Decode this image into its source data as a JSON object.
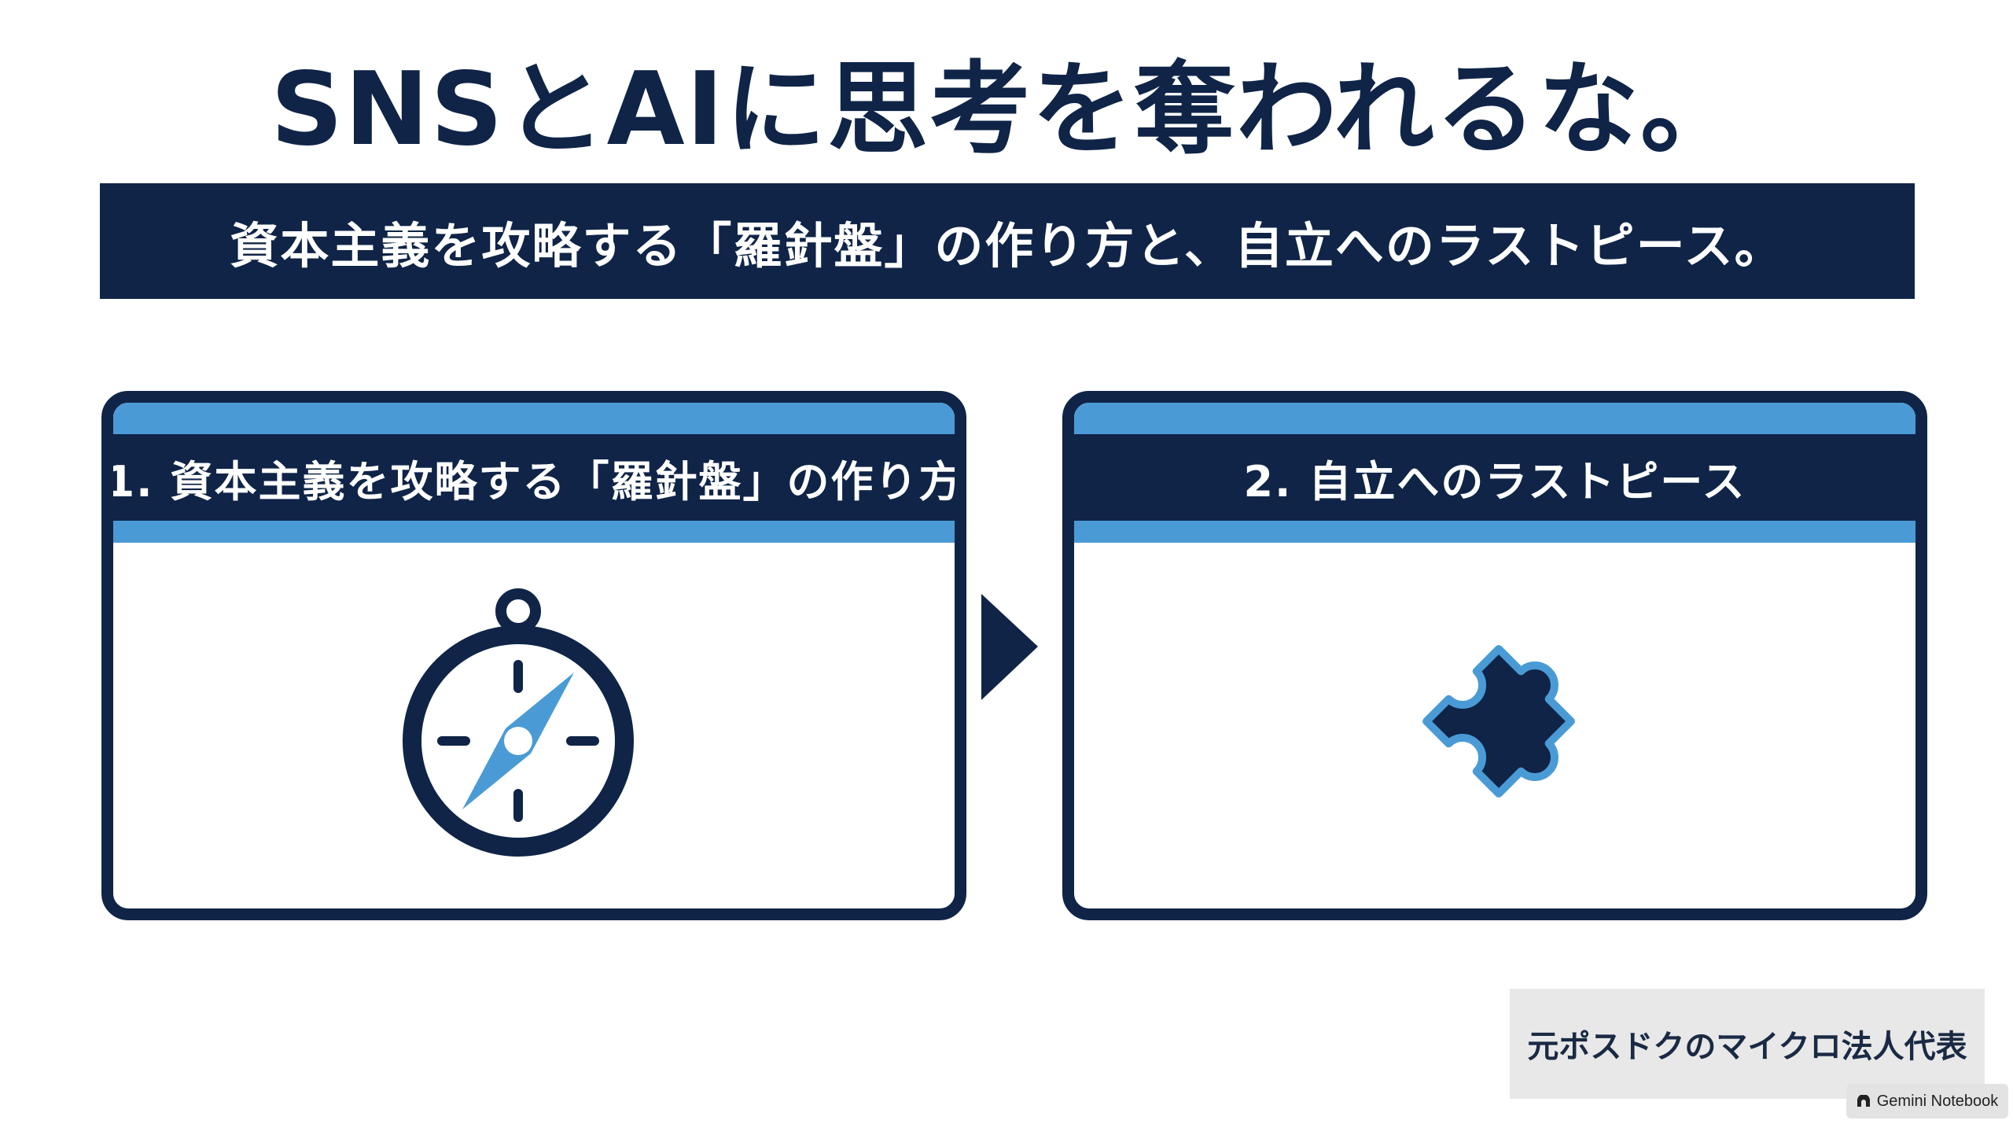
{
  "title": "SNSとAIに思考を奪われるな。",
  "subtitle": "資本主義を攻略する「羅針盤」の作り方と、自立へのラストピース。",
  "cards": [
    {
      "label": "1.  資本主義を攻略する「羅針盤」の作り方",
      "icon": "compass-icon"
    },
    {
      "label": "2.  自立へのラストピース",
      "icon": "puzzle-piece-icon"
    }
  ],
  "footer": {
    "author": "元ポスドクのマイクロ法人代表"
  },
  "badge": {
    "text": "Gemini Notebook",
    "icon": "notebook-icon"
  },
  "colors": {
    "navy": "#0f2447",
    "accent": "#4a9bd5",
    "footer_bg": "#e8e8e8"
  }
}
